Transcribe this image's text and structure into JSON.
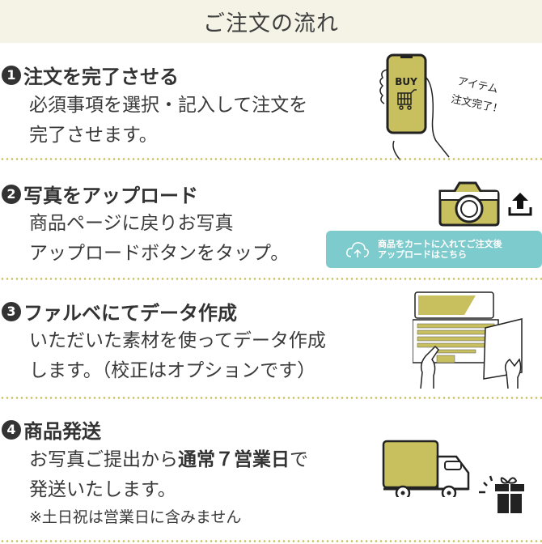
{
  "header": {
    "title": "ご注文の流れ"
  },
  "colors": {
    "accent": "#c8bf5e",
    "header_bg": "#f5f3e6",
    "button_bg": "#7ecbcd",
    "text": "#333333"
  },
  "steps": [
    {
      "number": "1",
      "title": "注文を完了させる",
      "lines": [
        "必須事項を選択・記入して注文を",
        "完了させます。"
      ],
      "illustration": {
        "name": "phone-buy-icon",
        "screen_text": "BUY",
        "caption_line1": "アイテム",
        "caption_line2": "注文完了！"
      }
    },
    {
      "number": "2",
      "title": "写真をアップロード",
      "lines": [
        "商品ページに戻りお写真",
        "アップロードボタンをタップ。"
      ],
      "illustration": {
        "name": "camera-icon"
      },
      "upload_button": {
        "line1": "商品をカートに入れてご注文後",
        "line2": "アップロードはこちら",
        "icon": "cloud-upload-icon"
      }
    },
    {
      "number": "3",
      "title": "ファルベにてデータ作成",
      "lines": [
        "いただいた素材を使ってデータ作成",
        "します。（校正はオプションです）"
      ],
      "illustration": {
        "name": "laptop-typing-icon"
      }
    },
    {
      "number": "4",
      "title": "商品発送",
      "line1_pre": "お写真ご提出から",
      "line1_bold": "通常７営業日",
      "line1_post": "で",
      "line2": "発送いたします。",
      "note": "※土日祝は営業日に含みません",
      "illustration": {
        "name": "delivery-truck-icon"
      }
    }
  ]
}
